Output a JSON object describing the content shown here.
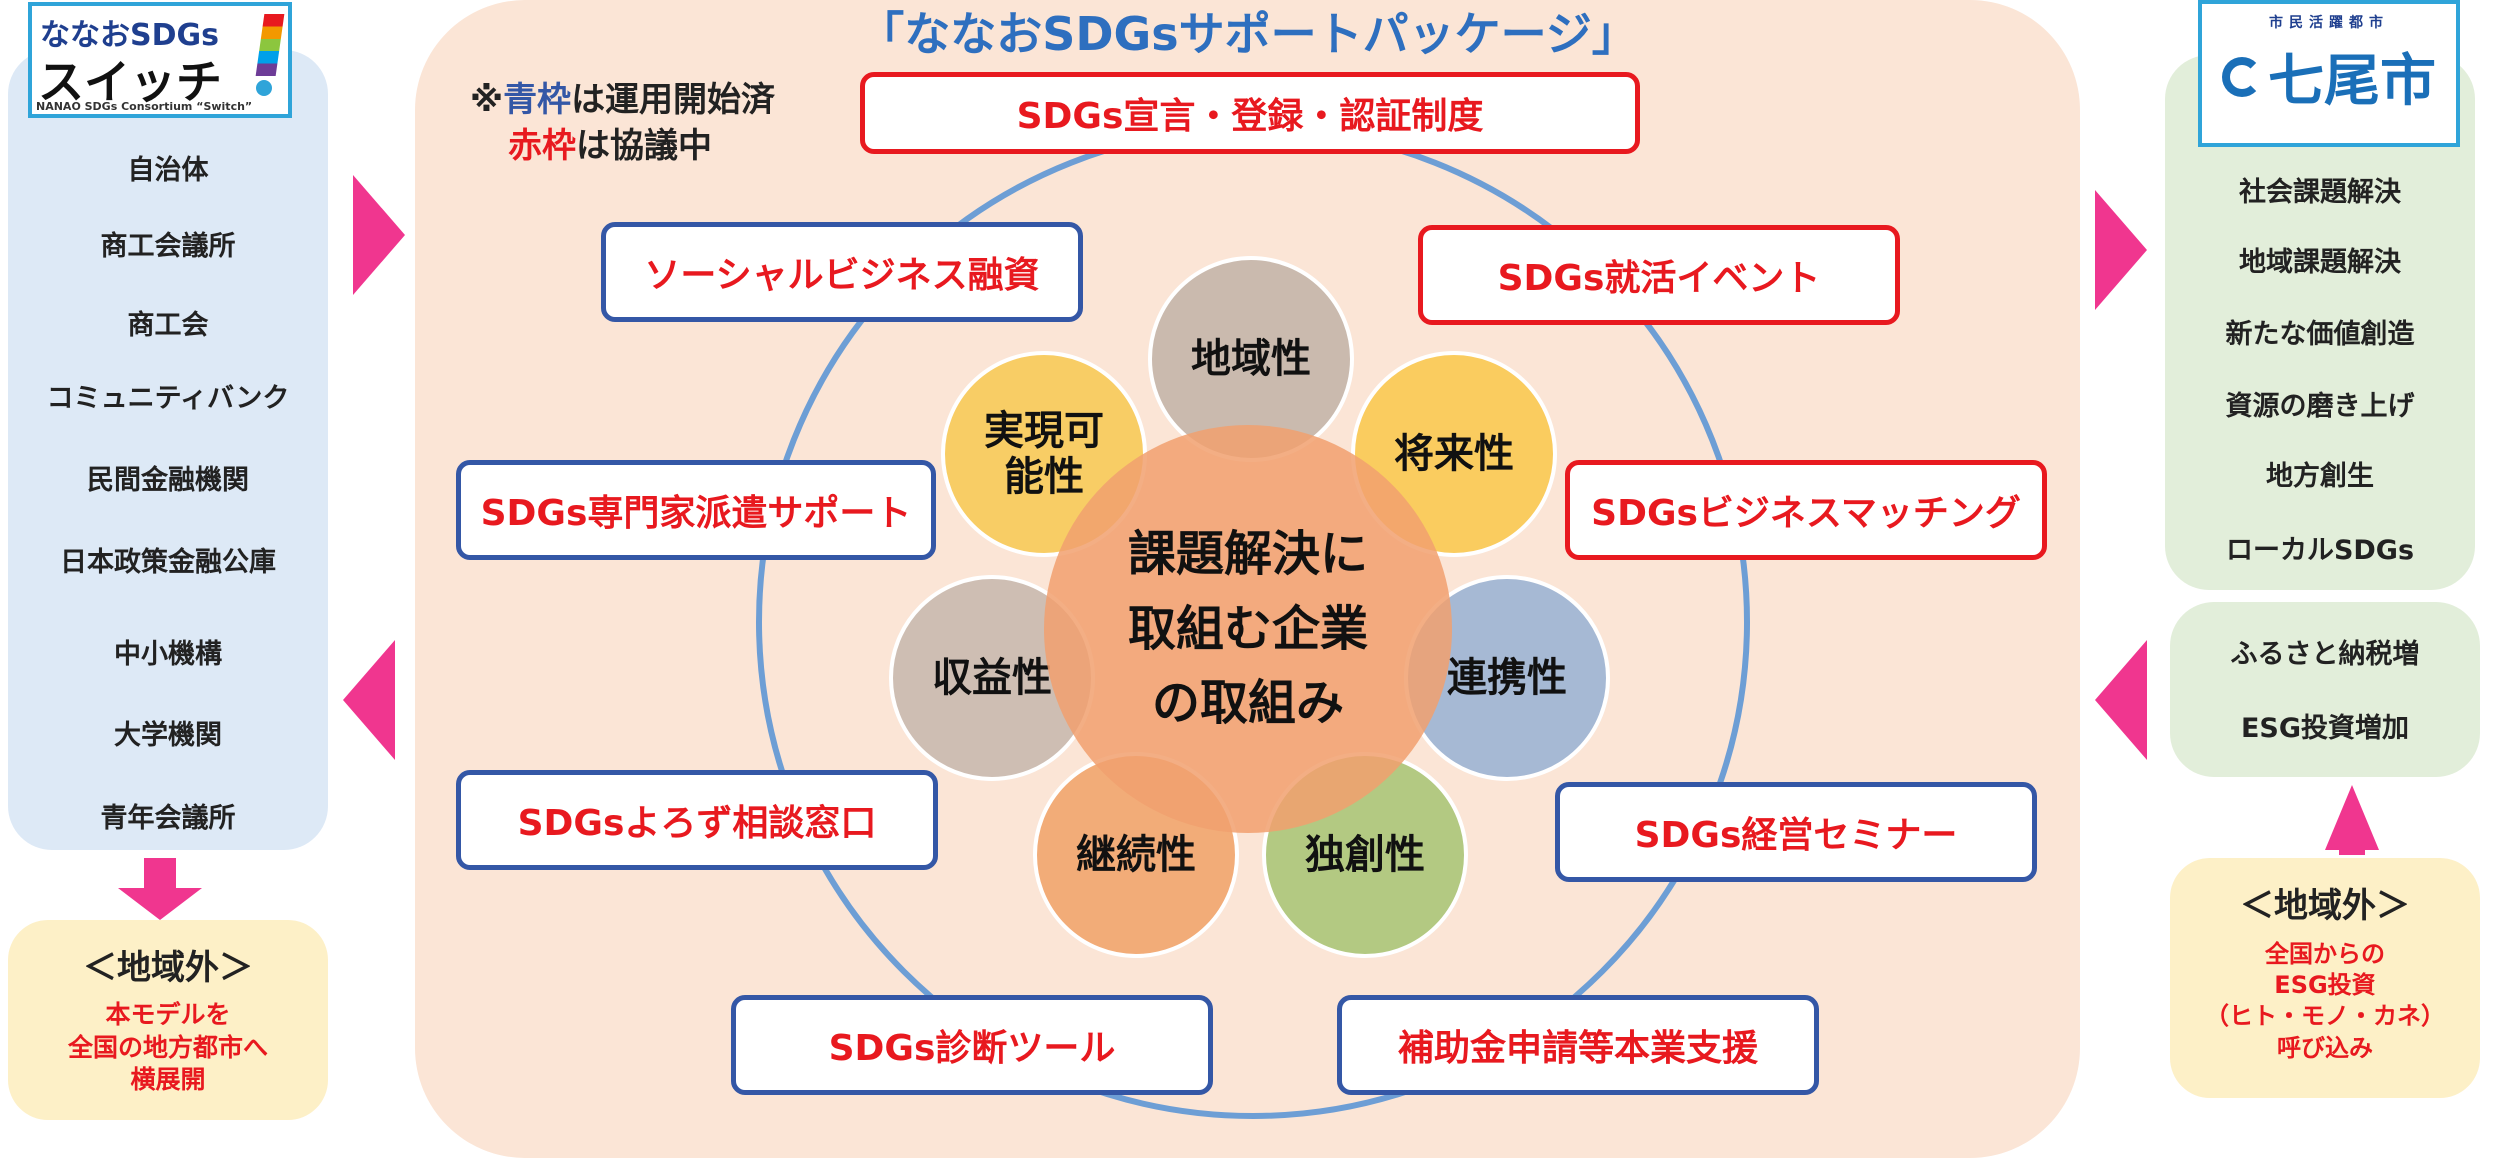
{
  "title": "「ななおSDGsサポートパッケージ」",
  "legend": {
    "mark": "※",
    "blue_word": "青枠",
    "blue_suffix": "は運用開始済",
    "red_word": "赤枠",
    "red_suffix": "は協議中"
  },
  "left_logo": {
    "line1": "ななおSDGs",
    "line2": "スイッチ",
    "sub": "NANAO SDGs Consortium “Switch”"
  },
  "left_members": [
    "自治体",
    "商工会議所",
    "商工会",
    "コミュニティバンク",
    "民間金融機関",
    "日本政策金融公庫",
    "中小機構",
    "大学機関",
    "青年会議所"
  ],
  "left_outside": {
    "title": "＜地域外＞",
    "body": [
      "本モデルを",
      "全国の地方都市へ",
      "横展開"
    ]
  },
  "right_logo": {
    "top": "市民活躍都市",
    "name": "七尾市"
  },
  "right_outcomes": [
    "社会課題解決",
    "地域課題解決",
    "新たな価値創造",
    "資源の磨き上げ",
    "地方創生",
    "ローカルSDGs"
  ],
  "right_mid": [
    "ふるさと納税増",
    "ESG投資増加"
  ],
  "right_outside": {
    "title": "＜地域外＞",
    "body": [
      "全国からの",
      "ESG投資",
      "（ヒト・モノ・カネ）",
      "呼び込み"
    ]
  },
  "center": {
    "lines": [
      "課題解決に",
      "取組む企業",
      "の取組み"
    ]
  },
  "petals": {
    "chiiki": "地域性",
    "shorai": "将来性",
    "renkei": "連携性",
    "dokuso": "独創性",
    "keizoku": "継続性",
    "shueki": "収益性",
    "jitsugen": [
      "実現可",
      "能性"
    ]
  },
  "support_boxes": {
    "declaration": {
      "label": "SDGs宣言・登録・認証制度",
      "status": "red"
    },
    "social_loan": {
      "label": "ソーシャルビジネス融資",
      "status": "blue"
    },
    "job_event": {
      "label": "SDGs就活イベント",
      "status": "red"
    },
    "expert": {
      "label": "SDGs専門家派遣サポート",
      "status": "blue"
    },
    "matching": {
      "label": "SDGsビジネスマッチング",
      "status": "red"
    },
    "consult": {
      "label": "SDGsよろず相談窓口",
      "status": "blue"
    },
    "seminar": {
      "label": "SDGs経営セミナー",
      "status": "blue"
    },
    "diagnosis": {
      "label": "SDGs診断ツール",
      "status": "blue"
    },
    "subsidy": {
      "label": "補助金申請等本業支援",
      "status": "blue"
    }
  },
  "colors": {
    "left_panel": "#dde9f6",
    "right_panel": "#e2eeda",
    "center_panel": "#fbe5d6",
    "outside_box": "#fdf0c7",
    "arrow": "#f0368f",
    "ring": "#6d9ed5",
    "blue_frame": "#3457a6",
    "red_frame": "#e8191f"
  }
}
